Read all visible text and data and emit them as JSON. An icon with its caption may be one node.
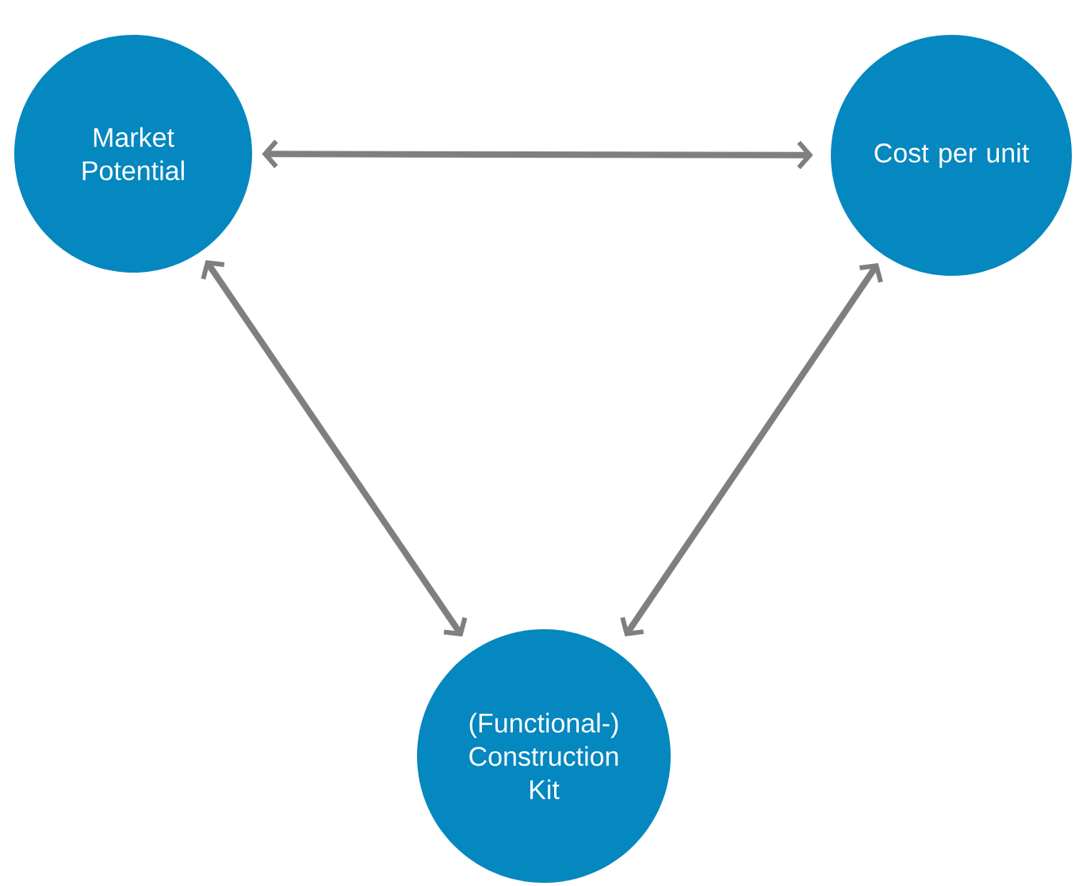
{
  "diagram": {
    "nodes": [
      {
        "text": [
          "Market Potential"
        ]
      },
      {
        "text": [
          "Cost per unit"
        ]
      },
      {
        "text": [
          "(Functional-) Construction Kit"
        ]
      }
    ],
    "edges": [
      {
        "from": 0,
        "to": 1,
        "arrow": "both"
      },
      {
        "from": 0,
        "to": 2,
        "arrow": "both"
      },
      {
        "from": 1,
        "to": 2,
        "arrow": "both"
      }
    ]
  }
}
